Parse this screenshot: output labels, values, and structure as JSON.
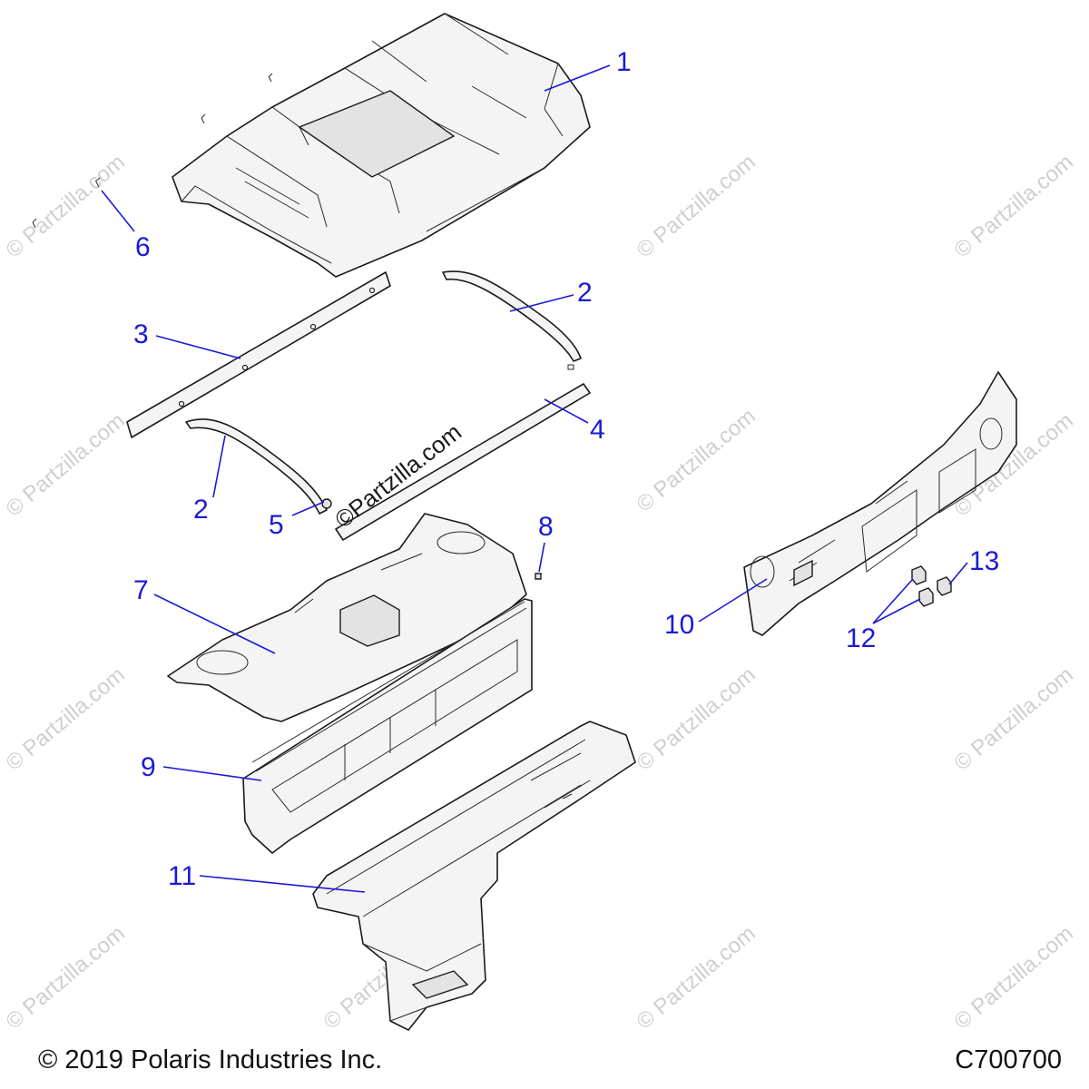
{
  "diagram": {
    "callouts": [
      "1",
      "2",
      "3",
      "2",
      "4",
      "5",
      "6",
      "7",
      "8",
      "9",
      "10",
      "11",
      "12",
      "13"
    ],
    "center_watermark": "©Partzilla.com",
    "watermark": "© Partzilla.com"
  },
  "footer": {
    "copyright": "© 2019 Polaris Industries Inc.",
    "code": "C700700"
  },
  "colors": {
    "callout": "#1a1ad6",
    "line": "#1a1a1a",
    "watermark": "#cfcfcf"
  }
}
